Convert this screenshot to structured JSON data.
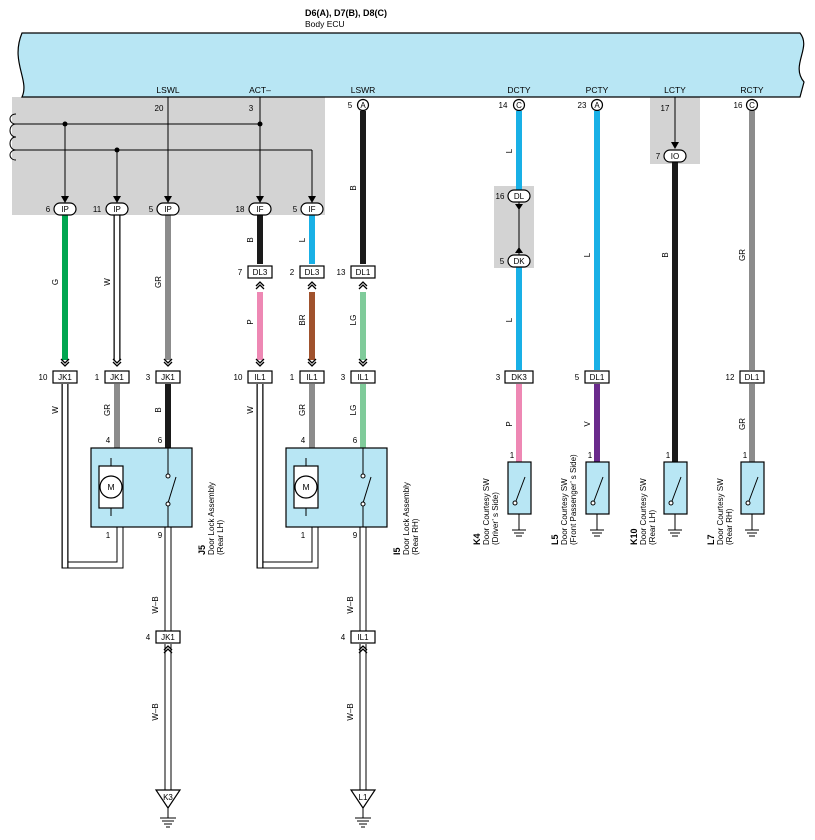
{
  "header": {
    "connectors": "D6(A), D7(B), D8(C)",
    "ecu_name": "Body ECU"
  },
  "terminals": {
    "lswl": "LSWL",
    "act": "ACT–",
    "lswr": "LSWR",
    "dcty": "DCTY",
    "pcty": "PCTY",
    "lcty": "LCTY",
    "rcty": "RCTY"
  },
  "pins": {
    "lswl": "20",
    "act": "3",
    "lswr": "5",
    "dcty": "14",
    "pcty": "23",
    "lcty": "17",
    "rcty": "16",
    "ip6": "6",
    "ip11": "11",
    "ip5": "5",
    "if18": "18",
    "if5": "5",
    "io7": "7",
    "dl16": "16",
    "dk5": "5",
    "dl3a": "7",
    "dl3b": "2",
    "dl1a": "13",
    "jk1a": "10",
    "jk1b": "1",
    "jk1c": "3",
    "il1a": "10",
    "il1b": "1",
    "il1c": "3",
    "dk3": "3",
    "dl1b": "5",
    "dl1c": "12",
    "m4a": "4",
    "m6a": "6",
    "m1a": "1",
    "m9a": "9",
    "m4b": "4",
    "m6b": "6",
    "m1b": "1",
    "m9b": "9",
    "sw1a": "1",
    "sw1b": "1",
    "sw1c": "1",
    "sw1d": "1",
    "jk1d": "4",
    "il1d": "4"
  },
  "ecu_conn_tags": {
    "a1": "A",
    "c1": "C",
    "a2": "A",
    "c2": "C"
  },
  "connectors": {
    "ip": "IP",
    "if": "IF",
    "io": "IO",
    "dl": "DL",
    "dk": "DK",
    "dl3": "DL3",
    "dl1": "DL1",
    "jk1": "JK1",
    "il1": "IL1",
    "dk3": "DK3"
  },
  "wires": {
    "g": "G",
    "w": "W",
    "gr": "GR",
    "b": "B",
    "l": "L",
    "p": "P",
    "br": "BR",
    "lg": "LG",
    "v": "V",
    "wb": "W–B"
  },
  "motor_symbol": "M",
  "components": {
    "j5": {
      "code": "J5",
      "name": "Door Lock Assembly",
      "pos": "(Rear LH)"
    },
    "i5": {
      "code": "I5",
      "name": "Door Lock Assembly",
      "pos": "(Rear RH)"
    },
    "k4": {
      "code": "K4",
      "name": "Door Courtesy SW",
      "pos": "(Driver’ s Side)"
    },
    "l5": {
      "code": "L5",
      "name": "Door Courtesy SW",
      "pos": "(Front Passenger’ s Side)"
    },
    "k10": {
      "code": "K10",
      "name": "Door Courtesy SW",
      "pos": "(Rear LH)"
    },
    "l7": {
      "code": "L7",
      "name": "Door Courtesy SW",
      "pos": "(Rear RH)"
    }
  },
  "grounds": {
    "k3": "K3",
    "l1": "L1"
  },
  "colors": {
    "ecu_fill": "#b8e6f4",
    "shade": "#d3d3d3",
    "green": "#00a650",
    "gray": "#8c8c8c",
    "black": "#1a1a1a",
    "blue": "#19b0e6",
    "pink": "#ee88b4",
    "brown": "#a0522d",
    "light_green": "#7fcb9a",
    "violet": "#6a2a8c"
  }
}
